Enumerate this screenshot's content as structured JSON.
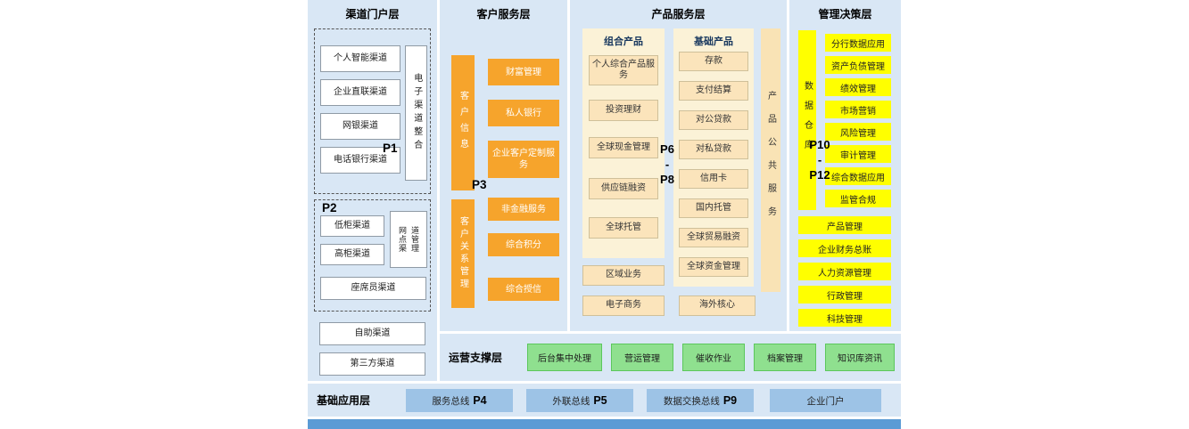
{
  "colors": {
    "panel_bg": "#D9E7F5",
    "orange": "#F6A42C",
    "cream_panel": "#FBF2D7",
    "cream_box": "#FBE4BB",
    "yellow": "#FFFF00",
    "green": "#8FE08F",
    "blue_box": "#9DC3E6",
    "footer_bar": "#5B9BD5"
  },
  "channel_layer": {
    "title": "渠道门户层",
    "p1_label": "P1",
    "p1_items": [
      "个人智能渠道",
      "企业直联渠道",
      "网银渠道",
      "电话银行渠道"
    ],
    "p1_vertical": "电子渠道整合",
    "p2_label": "P2",
    "p2_items": [
      "低柜渠道",
      "高柜渠道"
    ],
    "p2_vertical": "网点渠道管理",
    "p2_bottom": "座席员渠道",
    "extra_items": [
      "自助渠道",
      "第三方渠道"
    ]
  },
  "customer_layer": {
    "title": "客户服务层",
    "bar_top": "客户信息",
    "top_items": [
      "财富管理",
      "私人银行",
      "企业客户定制服务"
    ],
    "p3_label": "P3",
    "bar_bottom": "客户关系管理",
    "bottom_items": [
      "非金融服务",
      "综合积分",
      "综合授信"
    ]
  },
  "product_layer": {
    "title": "产品服务层",
    "combo": {
      "header": "组合产品",
      "items": [
        "个人综合产品服务",
        "投资理财",
        "全球现金管理",
        "供应链融资",
        "全球托管"
      ]
    },
    "basic": {
      "header": "基础产品",
      "items": [
        "存款",
        "支付结算",
        "对公贷款",
        "对私贷款",
        "信用卡",
        "国内托管",
        "全球贸易融资",
        "全球资金管理"
      ]
    },
    "p_range": {
      "top": "P6",
      "sep": "-",
      "bottom": "P8"
    },
    "vertical": "产品公共服务",
    "bottom_items": [
      "区域业务",
      "电子商务",
      "海外核心"
    ]
  },
  "management_layer": {
    "title": "管理决策层",
    "vertical": "数据仓库",
    "p_range": {
      "top": "P10",
      "sep": "-",
      "bottom": "P12"
    },
    "right_items": [
      "分行数据应用",
      "资产负债管理",
      "绩效管理",
      "市场营销",
      "风险管理",
      "审计管理",
      "综合数据应用",
      "监管合规"
    ],
    "full_items": [
      "产品管理",
      "企业财务总账",
      "人力资源管理",
      "行政管理",
      "科技管理"
    ]
  },
  "ops_layer": {
    "title": "运营支撑层",
    "items": [
      "后台集中处理",
      "营运管理",
      "催收作业",
      "档案管理",
      "知识库资讯"
    ]
  },
  "base_layer": {
    "title": "基础应用层",
    "items": [
      {
        "label": "服务总线",
        "p": "P4"
      },
      {
        "label": "外联总线",
        "p": "P5"
      },
      {
        "label": "数据交换总线",
        "p": "P9"
      },
      {
        "label": "企业门户",
        "p": ""
      }
    ]
  }
}
